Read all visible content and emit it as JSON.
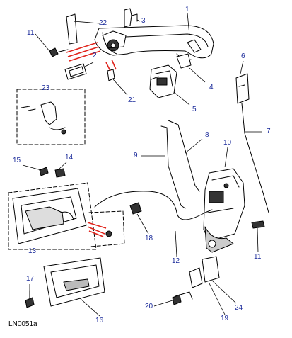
{
  "diagram": {
    "reference": "LN0051a",
    "callouts": [
      {
        "id": "c1",
        "label": "1"
      },
      {
        "id": "c2",
        "label": "2"
      },
      {
        "id": "c3",
        "label": "3"
      },
      {
        "id": "c4",
        "label": "4"
      },
      {
        "id": "c5",
        "label": "5"
      },
      {
        "id": "c6",
        "label": "6"
      },
      {
        "id": "c7",
        "label": "7"
      },
      {
        "id": "c8",
        "label": "8"
      },
      {
        "id": "c9",
        "label": "9"
      },
      {
        "id": "c10",
        "label": "10"
      },
      {
        "id": "c11a",
        "label": "11"
      },
      {
        "id": "c11b",
        "label": "11"
      },
      {
        "id": "c12",
        "label": "12"
      },
      {
        "id": "c13",
        "label": "13"
      },
      {
        "id": "c14",
        "label": "14"
      },
      {
        "id": "c15",
        "label": "15"
      },
      {
        "id": "c16",
        "label": "16"
      },
      {
        "id": "c17",
        "label": "17"
      },
      {
        "id": "c18",
        "label": "18"
      },
      {
        "id": "c19",
        "label": "19"
      },
      {
        "id": "c20",
        "label": "20"
      },
      {
        "id": "c21",
        "label": "21"
      },
      {
        "id": "c22",
        "label": "22"
      },
      {
        "id": "c23",
        "label": "23"
      },
      {
        "id": "c24",
        "label": "24"
      }
    ],
    "colors": {
      "callout_text": "#1a2a9a",
      "part_line": "#000000",
      "highlight": "#e0231b"
    }
  }
}
